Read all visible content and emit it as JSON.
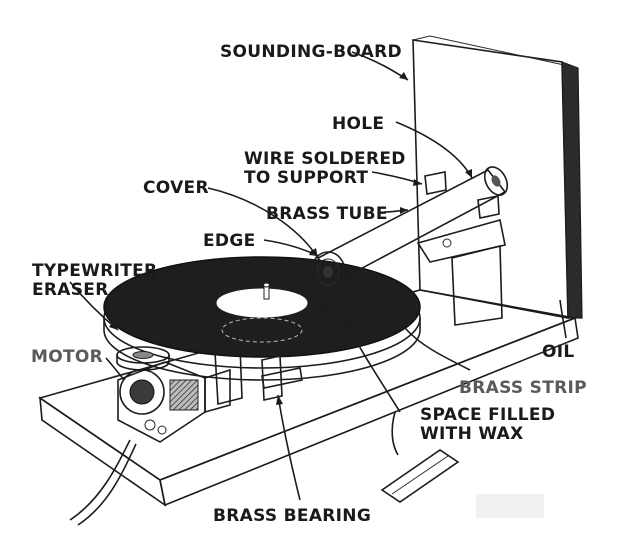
{
  "labels": {
    "sounding_board": "SOUNDING-BOARD",
    "hole": "HOLE",
    "wire_line1": "WIRE SOLDERED",
    "wire_line2": "TO SUPPORT",
    "cover": "COVER",
    "brass_tube": "BRASS TUBE",
    "edge": "EDGE",
    "typewriter_line1": "TYPEWRITER",
    "typewriter_line2": "ERASER",
    "motor": "MOTOR",
    "oil": "OIL",
    "brass_strip": "BRASS STRIP",
    "space_line1": "SPACE FILLED",
    "space_line2": "WITH WAX",
    "brass_bearing": "BRASS BEARING"
  },
  "colors": {
    "ink": "#1c1c1c",
    "record": "#1e1e1e",
    "paper": "#ffffff",
    "wood_grain": "#6b6b6b"
  }
}
